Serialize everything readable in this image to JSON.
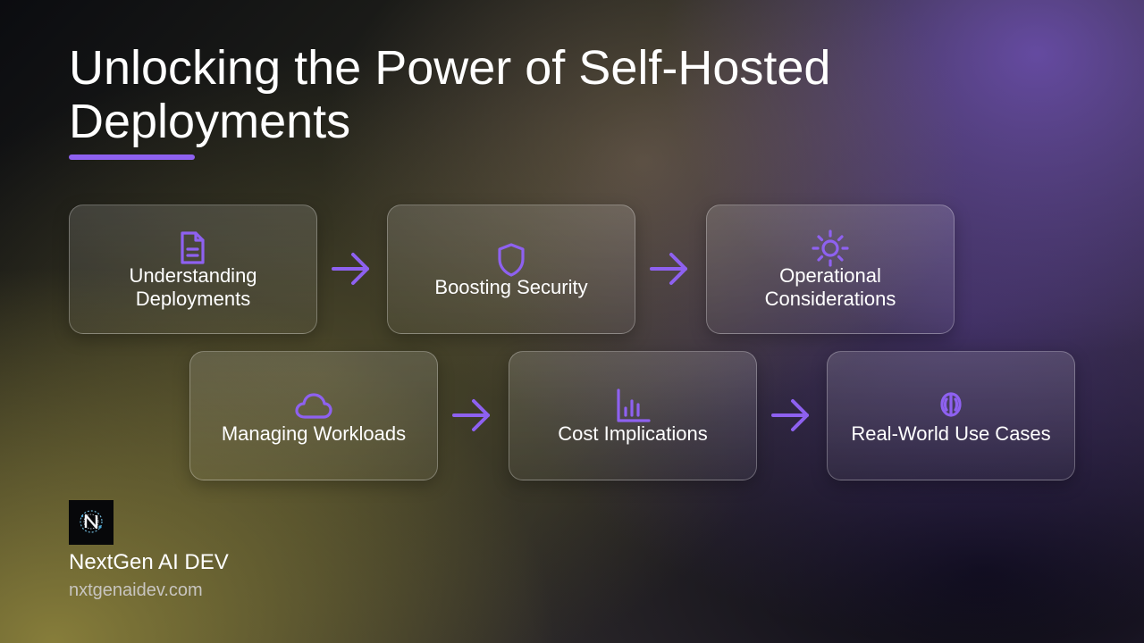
{
  "slide": {
    "title": "Unlocking the Power of Self-Hosted Deployments"
  },
  "flow": {
    "steps": [
      {
        "label": "Understanding Deployments",
        "icon": "document-icon"
      },
      {
        "label": "Boosting Security",
        "icon": "shield-icon"
      },
      {
        "label": "Operational Considerations",
        "icon": "gear-sun-icon"
      },
      {
        "label": "Managing Workloads",
        "icon": "cloud-icon"
      },
      {
        "label": "Cost Implications",
        "icon": "bar-chart-icon"
      },
      {
        "label": "Real-World Use Cases",
        "icon": "brain-icon"
      }
    ],
    "connector_icon": "arrow-right-icon"
  },
  "brand": {
    "name": "NextGen AI DEV",
    "url": "nxtgenaidev.com",
    "logo_icon": "nextgen-logo-icon"
  },
  "colors": {
    "accent": "#8e61f0",
    "text": "#ffffff",
    "muted_text": "#c8c5c0"
  }
}
